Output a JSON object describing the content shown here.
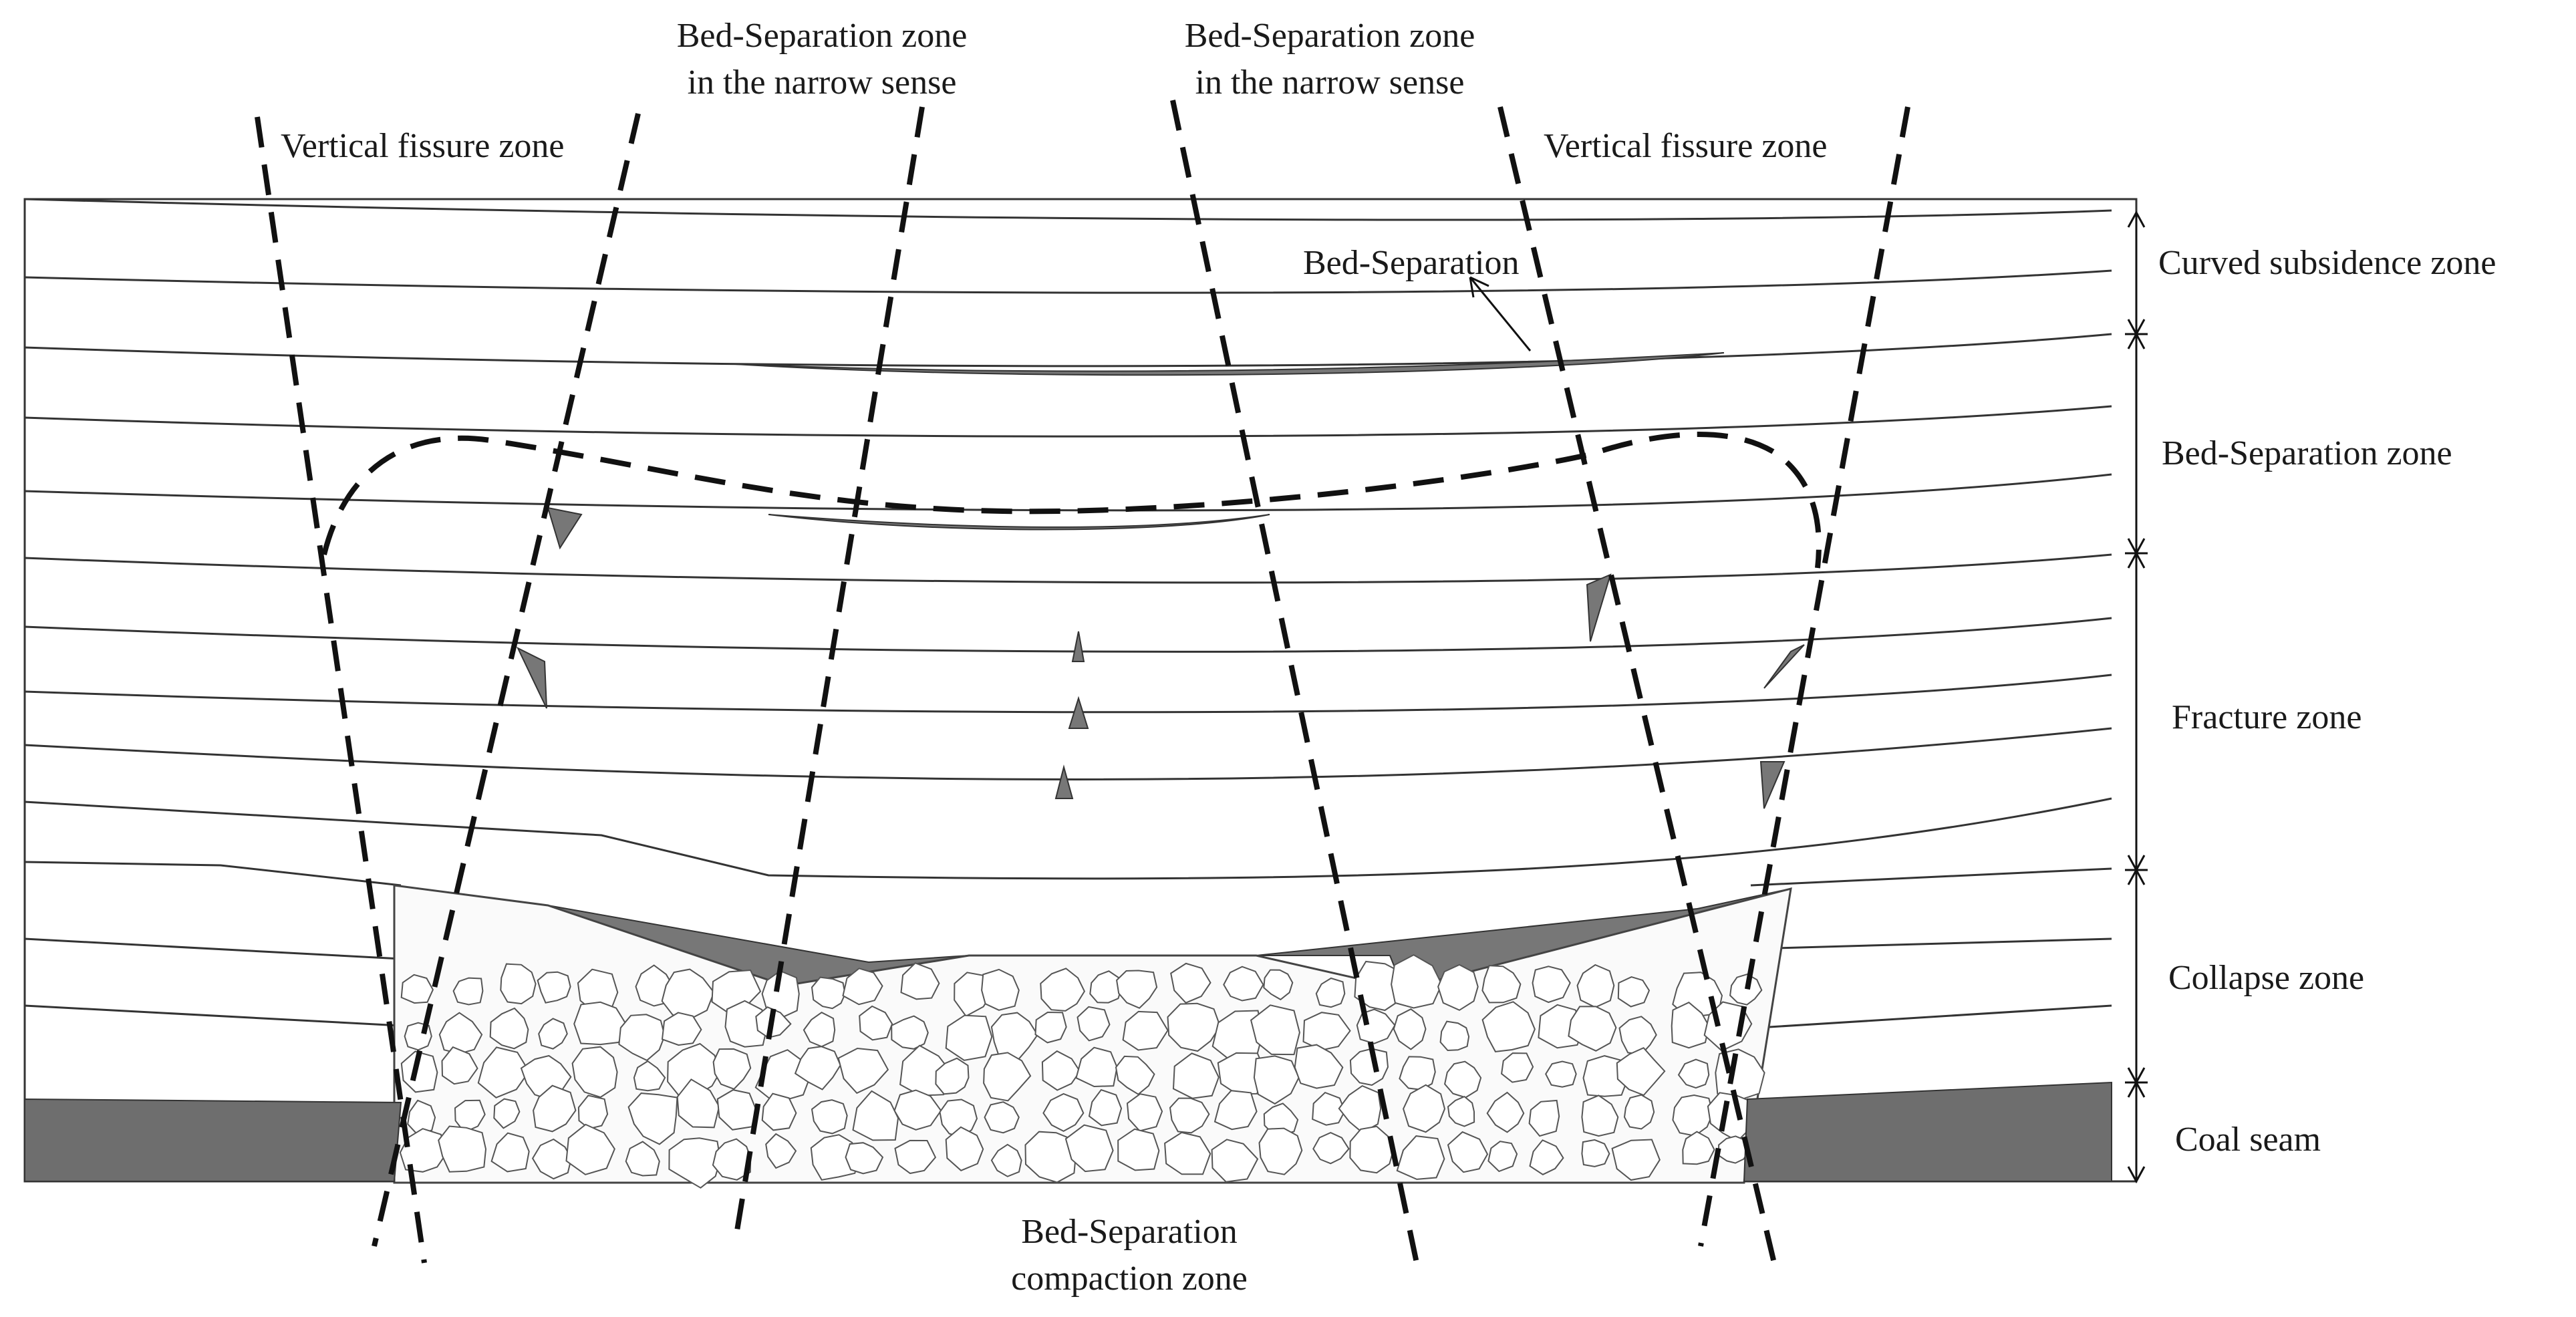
{
  "labels": {
    "top_left_bed_sep_1": "Bed-Separation zone",
    "top_left_bed_sep_2": "in the narrow sense",
    "top_right_bed_sep_1": "Bed-Separation zone",
    "top_right_bed_sep_2": "in the narrow sense",
    "vertical_fissure_left": "Vertical fissure zone",
    "vertical_fissure_right": "Vertical fissure zone",
    "bed_separation": "Bed-Separation",
    "bottom_compaction_1": "Bed-Separation",
    "bottom_compaction_2": "compaction zone"
  },
  "zones": [
    "Curved subsidence zone",
    "Bed-Separation zone",
    "Fracture zone",
    "Collapse zone",
    "Coal seam"
  ],
  "colors": {
    "strata_line": "#333333",
    "dark_fill": "#777777",
    "dash_line": "#111111"
  }
}
